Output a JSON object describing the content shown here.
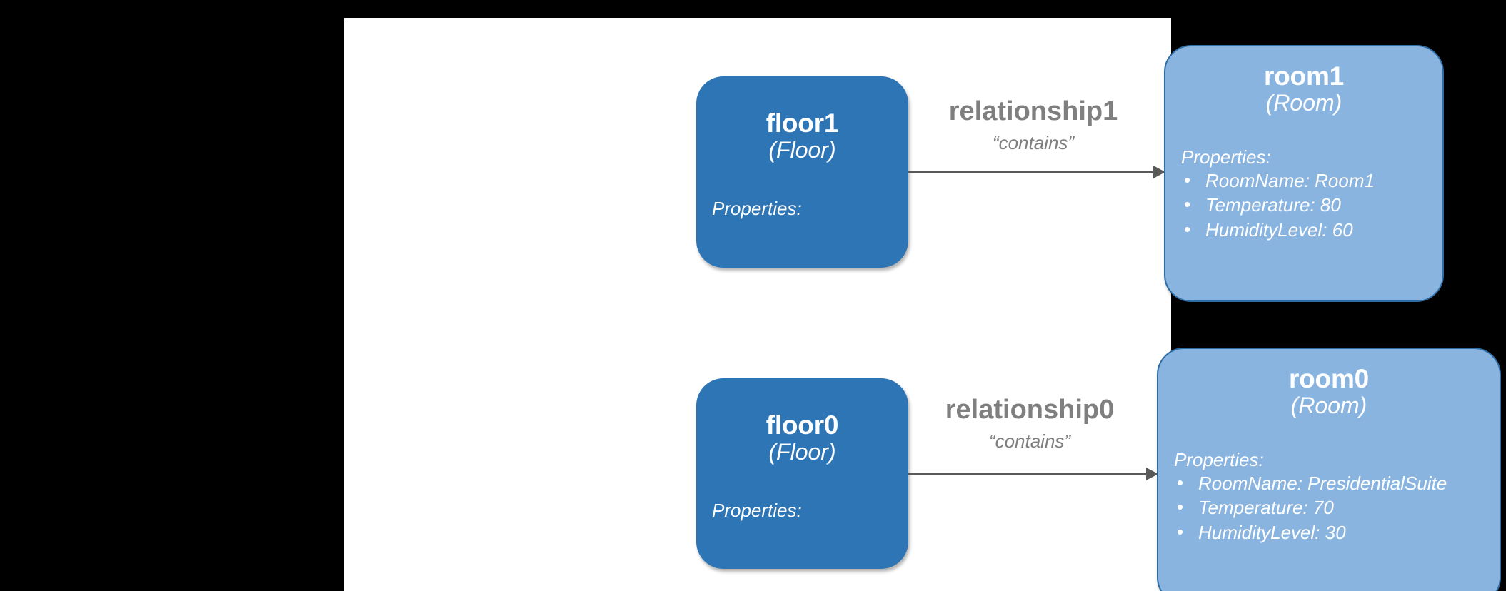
{
  "canvas": {
    "background": "#FFFFFF",
    "page_background": "#000000"
  },
  "palette": {
    "floor_fill": "#2E75B6",
    "room_fill": "#8AB4E0",
    "room_border": "#2E6DA4",
    "edge_line": "#595959",
    "edge_label": "#7F7F7F",
    "node_text": "#FFFFFF"
  },
  "diagram": {
    "type": "entity-relationship",
    "nodes": [
      {
        "id": "floor1",
        "name": "floor1",
        "model": "(Floor)",
        "kind": "floor",
        "properties_label": "Properties:",
        "properties": []
      },
      {
        "id": "room1",
        "name": "room1",
        "model": "(Room)",
        "kind": "room",
        "properties_label": "Properties:",
        "properties": [
          "RoomName: Room1",
          "Temperature: 80",
          "HumidityLevel: 60"
        ]
      },
      {
        "id": "floor0",
        "name": "floor0",
        "model": "(Floor)",
        "kind": "floor",
        "properties_label": "Properties:",
        "properties": []
      },
      {
        "id": "room0",
        "name": "room0",
        "model": "(Room)",
        "kind": "room",
        "properties_label": "Properties:",
        "properties": [
          "RoomName: PresidentialSuite",
          "Temperature: 70",
          "HumidityLevel: 30"
        ]
      }
    ],
    "edges": [
      {
        "id": "relationship1",
        "name": "relationship1",
        "quoted_name": "“contains”",
        "source": "floor1",
        "target": "room1"
      },
      {
        "id": "relationship0",
        "name": "relationship0",
        "quoted_name": "“contains”",
        "source": "floor0",
        "target": "room0"
      }
    ],
    "bullet_glyph": "•"
  }
}
